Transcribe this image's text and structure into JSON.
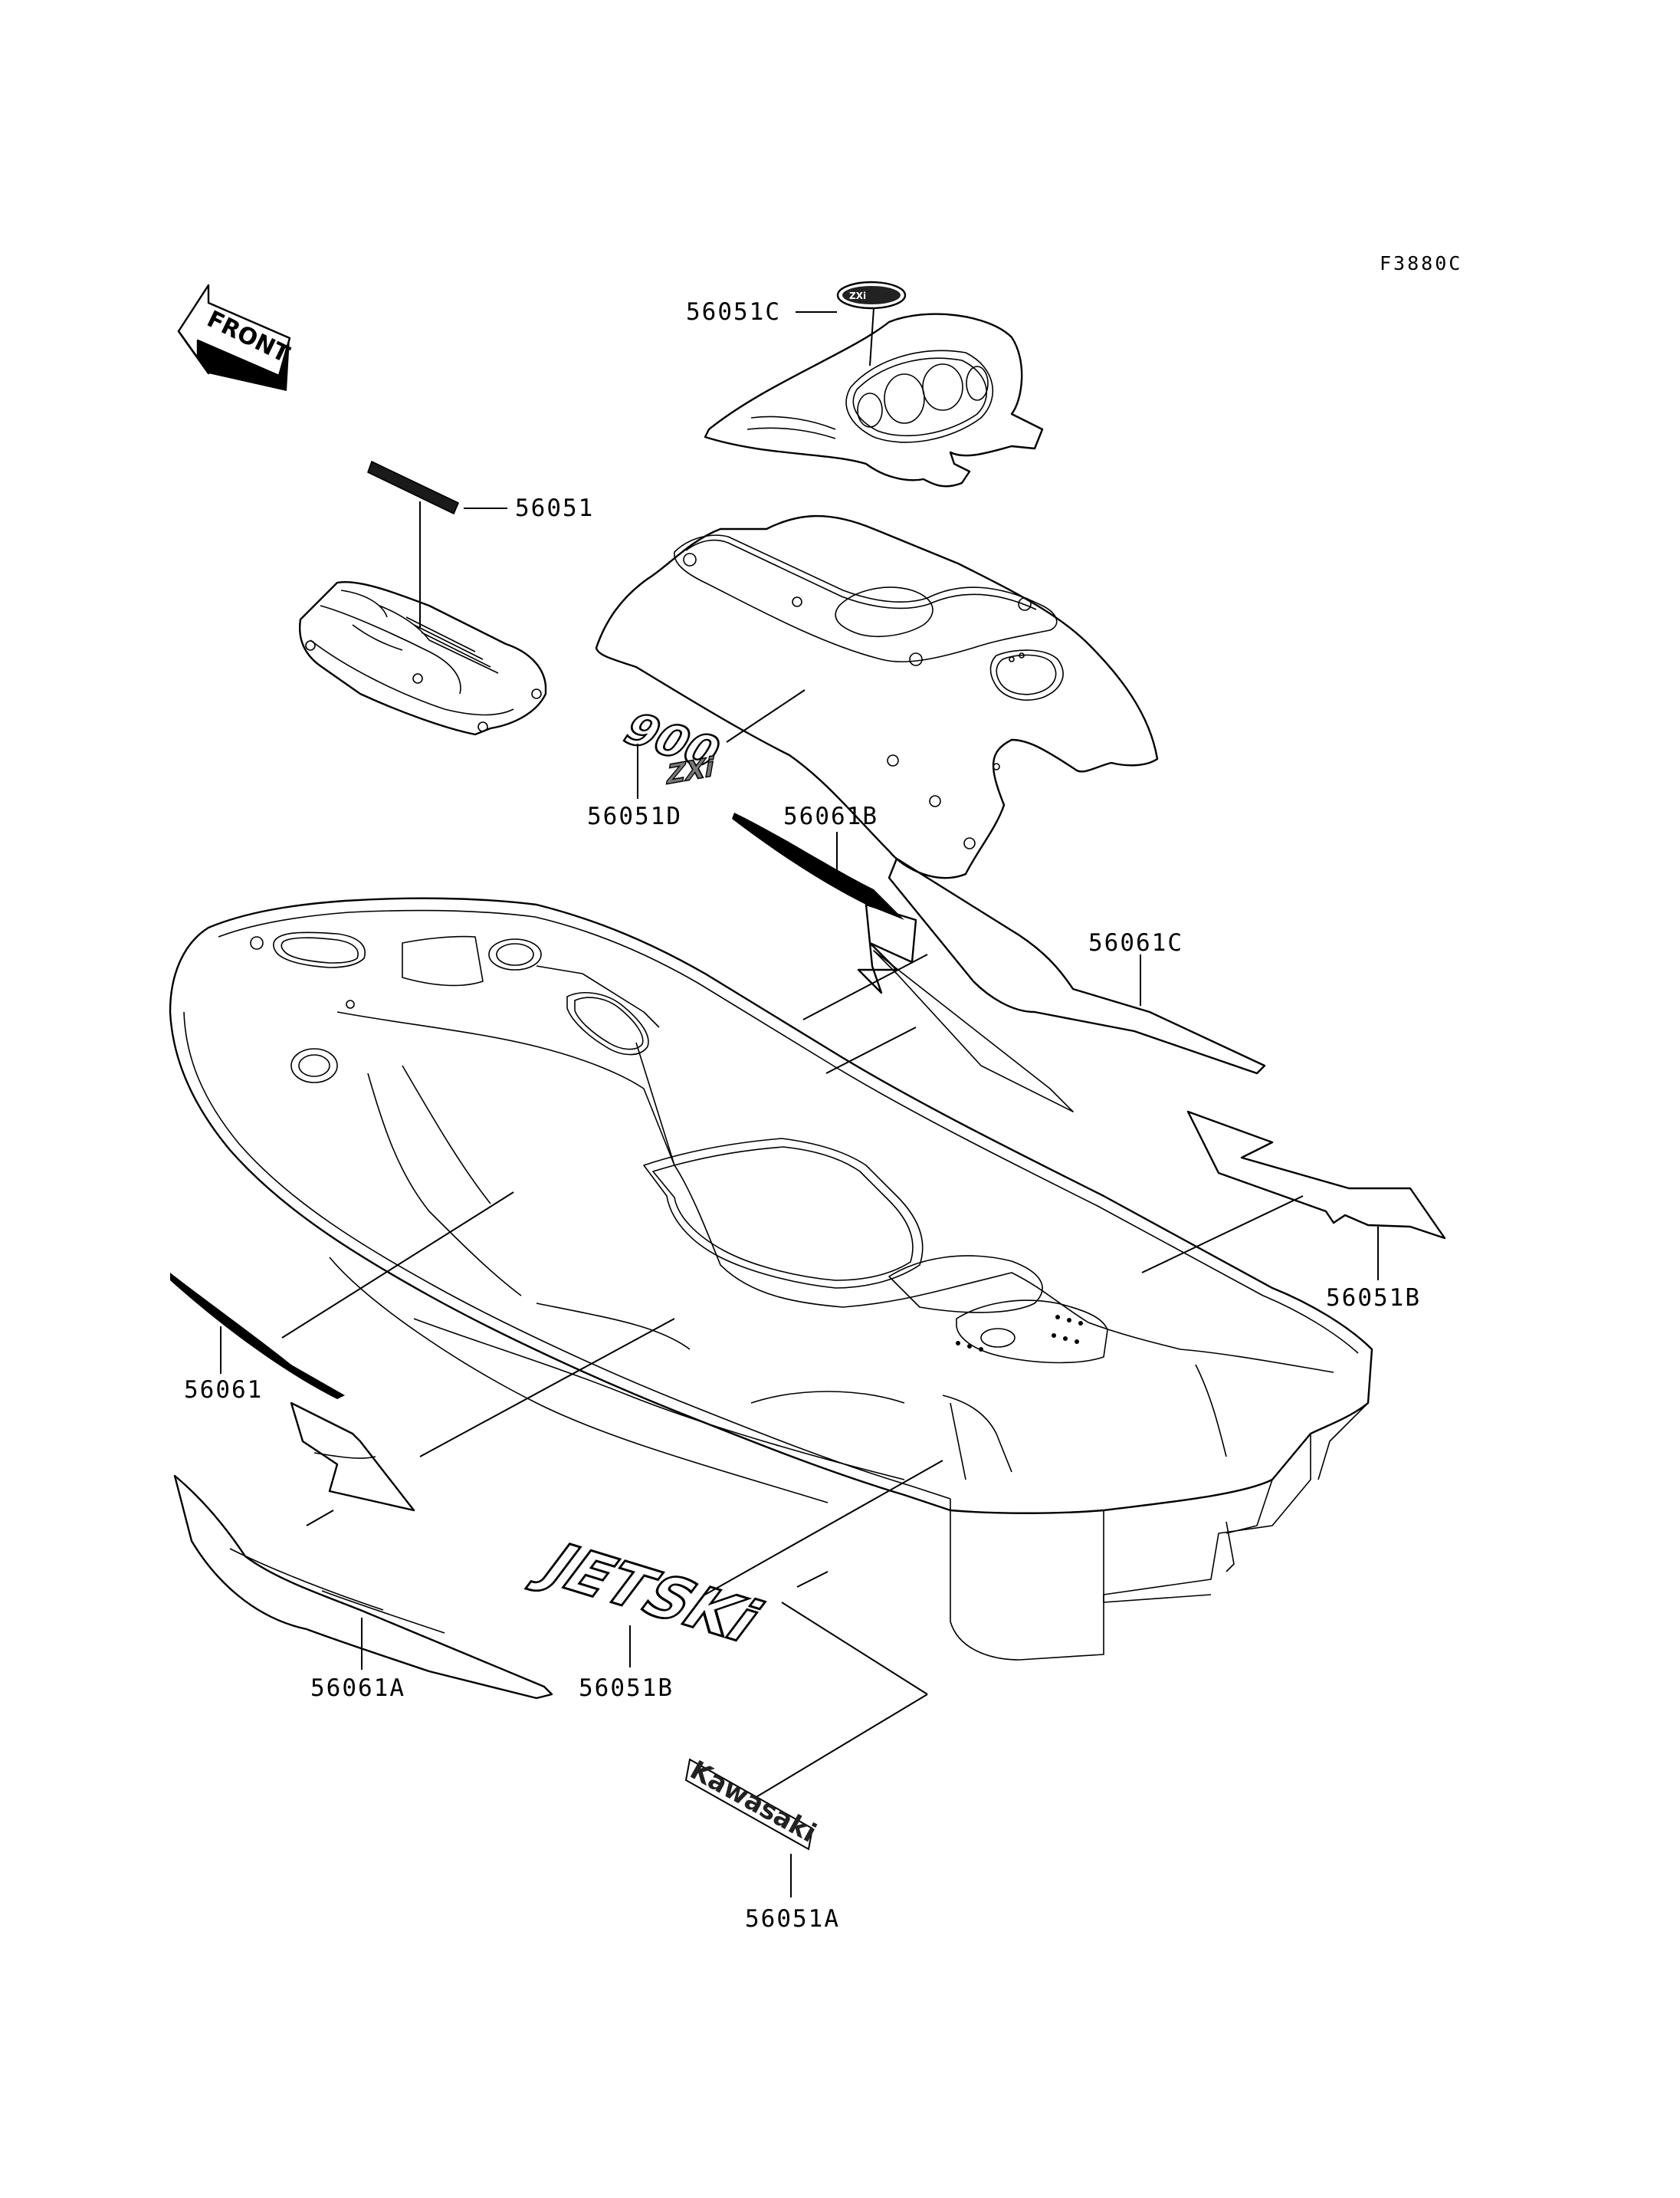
{
  "diagram": {
    "ref_code": "F3880C",
    "front_arrow_label": "FRONT",
    "labels": {
      "l_56051C": "56051C",
      "l_56051": "56051",
      "l_56051D": "56051D",
      "l_56061B": "56061B",
      "l_56061C": "56061C",
      "l_56051B_right": "56051B",
      "l_56061": "56061",
      "l_56061A": "56061A",
      "l_56051B_center": "56051B",
      "l_56051A": "56051A"
    },
    "decal_texts": {
      "jetski": "JETSKi",
      "kawasaki": "Kawasaki",
      "model_number": "900",
      "model_suffix": "ZXi"
    }
  }
}
